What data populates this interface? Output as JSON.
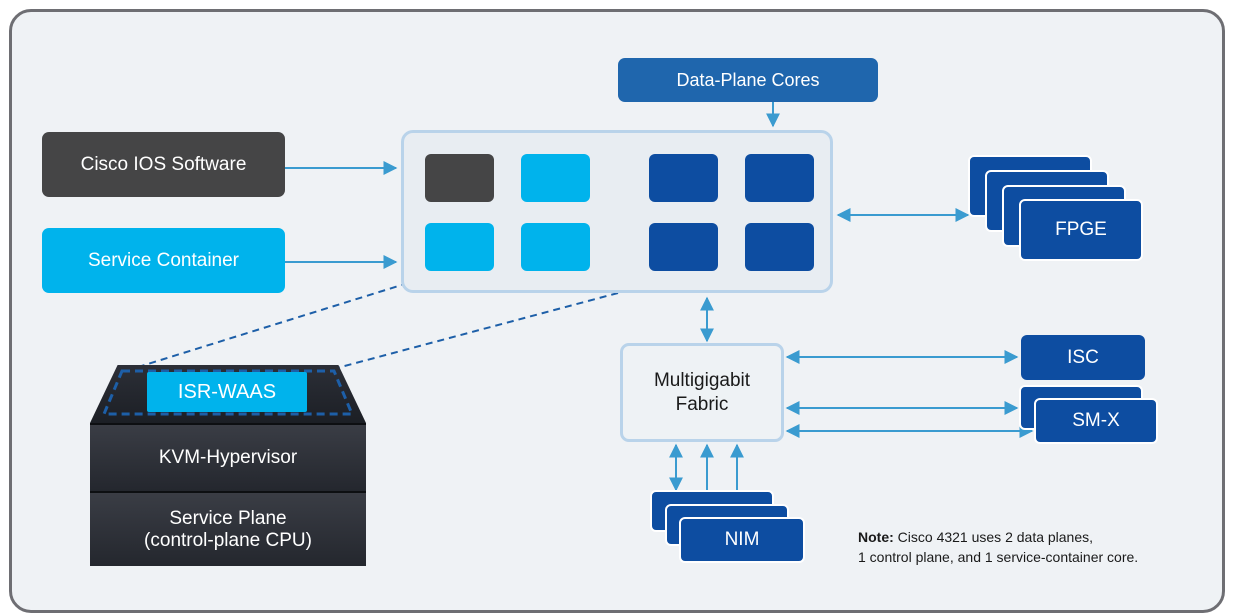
{
  "boxes": {
    "data_plane_cores": "Data-Plane Cores",
    "ios_software": "Cisco IOS Software",
    "service_container": "Service Container",
    "fpge": "FPGE",
    "isc": "ISC",
    "sm_x": "SM-X",
    "nim": "NIM",
    "fabric": [
      "Multigigabit",
      "Fabric"
    ]
  },
  "server": {
    "top_label": "ISR-WAAS",
    "hypervisor": "KVM-Hypervisor",
    "service_plane": [
      "Service Plane",
      "(control-plane CPU)"
    ]
  },
  "note": {
    "label": "Note:",
    "line1": "Cisco 4321 uses 2 data planes,",
    "line2": "1 control plane, and 1 service-container core."
  },
  "colors": {
    "ios": "#454546",
    "service_container": "#00b3ec",
    "data_plane": "#0d4da1",
    "connector": "#3a9bd0",
    "frame": "#6e6e73"
  }
}
